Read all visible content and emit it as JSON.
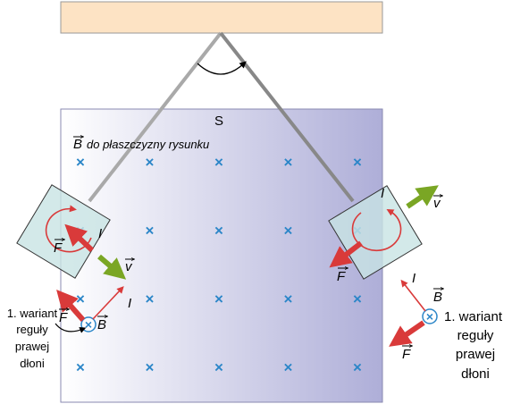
{
  "region_label": "S",
  "field_label": {
    "symbol": "B",
    "text": "do płaszczyzny rysunku"
  },
  "vectors": {
    "velocity": "v",
    "force": "F",
    "current": "I",
    "field": "B"
  },
  "rule_note": [
    "1. wariant",
    "reguły",
    "prawej",
    "dłoni"
  ],
  "colors": {
    "support": "#fde3c4",
    "field_left": "#ffffff",
    "field_right": "#aeaed8",
    "field_x": "#2b86c8",
    "plate": "#c8e4e4",
    "rod": "#a9a9a9",
    "force_arrow": "#d93a3a",
    "velocity_arrow": "#7aa624",
    "current_arrow": "#d93a3a"
  },
  "field_x_grid": {
    "columns": 5,
    "rows": 4,
    "symbol": "×"
  }
}
